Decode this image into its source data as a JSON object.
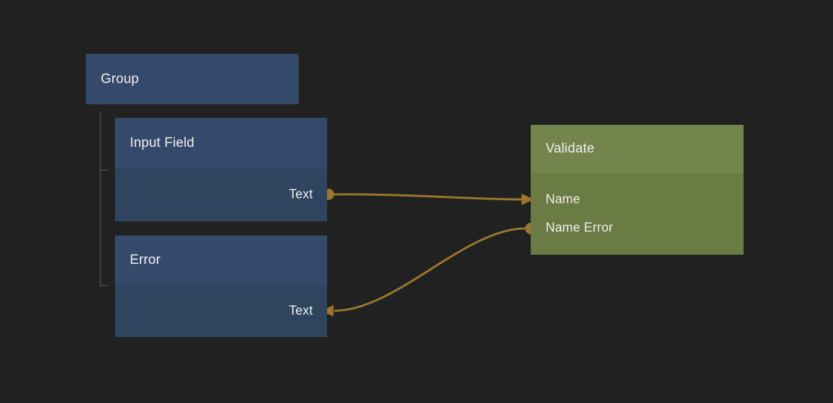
{
  "colors": {
    "background": "#212121",
    "node_blue_header": "#35496a",
    "node_blue_body": "#2e445f",
    "node_green_header": "#73844c",
    "node_green_body": "#6b7b44",
    "wire": "#9a772d",
    "tree_line": "#4a4a4a",
    "label_text": "#f1f1f1"
  },
  "nodes": {
    "group": {
      "title": "Group"
    },
    "input_field": {
      "title": "Input Field",
      "ports": [
        {
          "label": "Text",
          "kind": "output"
        }
      ]
    },
    "error": {
      "title": "Error",
      "ports": [
        {
          "label": "Text",
          "kind": "input"
        }
      ]
    },
    "validate": {
      "title": "Validate",
      "ports": [
        {
          "label": "Name",
          "kind": "input"
        },
        {
          "label": "Name Error",
          "kind": "output"
        }
      ]
    }
  },
  "connections": [
    {
      "from": "Input Field / Text",
      "to": "Validate / Name"
    },
    {
      "from": "Validate / Name Error",
      "to": "Error / Text"
    }
  ]
}
